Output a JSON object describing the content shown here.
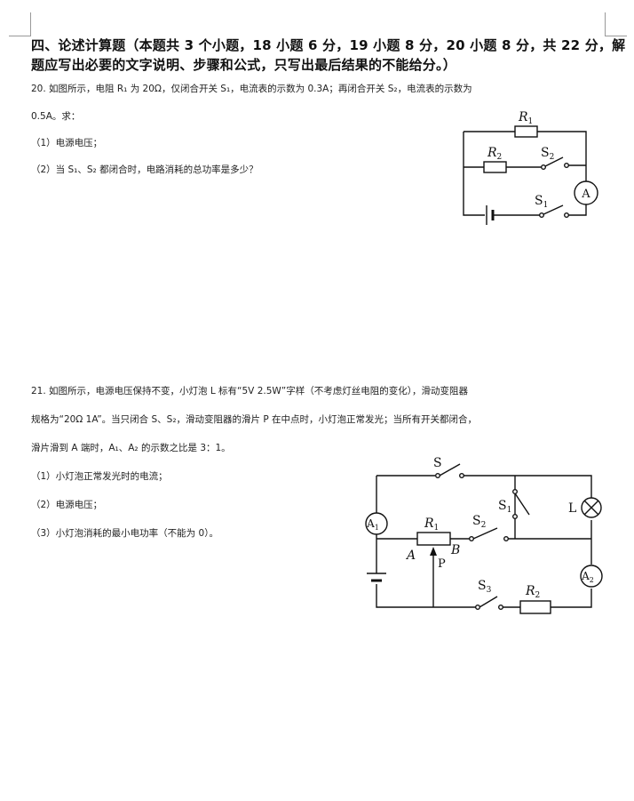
{
  "section": {
    "line1": "四、论述计算题（本题共 3 个小题，18 小题 6 分，19 小题 8 分，20 小题 8 分，共 22 分，解",
    "line2": "题应写出必要的文字说明、步骤和公式，只写出最后结果的不能给分。）"
  },
  "q20": {
    "line1": "20. 如图所示，电阻 R₁ 为 20Ω，仅闭合开关 S₁，电流表的示数为 0.3A；再闭合开关 S₂，电流表的示数为",
    "line2": "0.5A。求：",
    "sub1": "（1）电源电压；",
    "sub2": "（2）当 S₁、S₂ 都闭合时，电路消耗的总功率是多少？",
    "labels": {
      "R1": "R",
      "R1_sub": "1",
      "R2": "R",
      "R2_sub": "2",
      "S1": "S",
      "S1_sub": "1",
      "S2": "S",
      "S2_sub": "2",
      "A": "A"
    }
  },
  "q21": {
    "line1": "21. 如图所示，电源电压保持不变，小灯泡 L 标有“5V  2.5W”字样（不考虑灯丝电阻的变化），滑动变阻器",
    "line2": "规格为“20Ω  1A”。当只闭合 S、S₂，滑动变阻器的滑片 P 在中点时，小灯泡正常发光；当所有开关都闭合，",
    "line3": "滑片滑到 A 端时，A₁、A₂ 的示数之比是 3：1。",
    "sub1": "（1）小灯泡正常发光时的电流；",
    "sub2": "（2）电源电压；",
    "sub3": "（3）小灯泡消耗的最小电功率（不能为 0）。",
    "labels": {
      "S": "S",
      "S1": "S",
      "S1_sub": "1",
      "S2": "S",
      "S2_sub": "2",
      "S3": "S",
      "S3_sub": "3",
      "L": "L",
      "R1": "R",
      "R1_sub": "1",
      "R2": "R",
      "R2_sub": "2",
      "A": "A",
      "B": "B",
      "P": "P",
      "A1": "A",
      "A1_sub": "1",
      "A2": "A",
      "A2_sub": "2"
    }
  }
}
